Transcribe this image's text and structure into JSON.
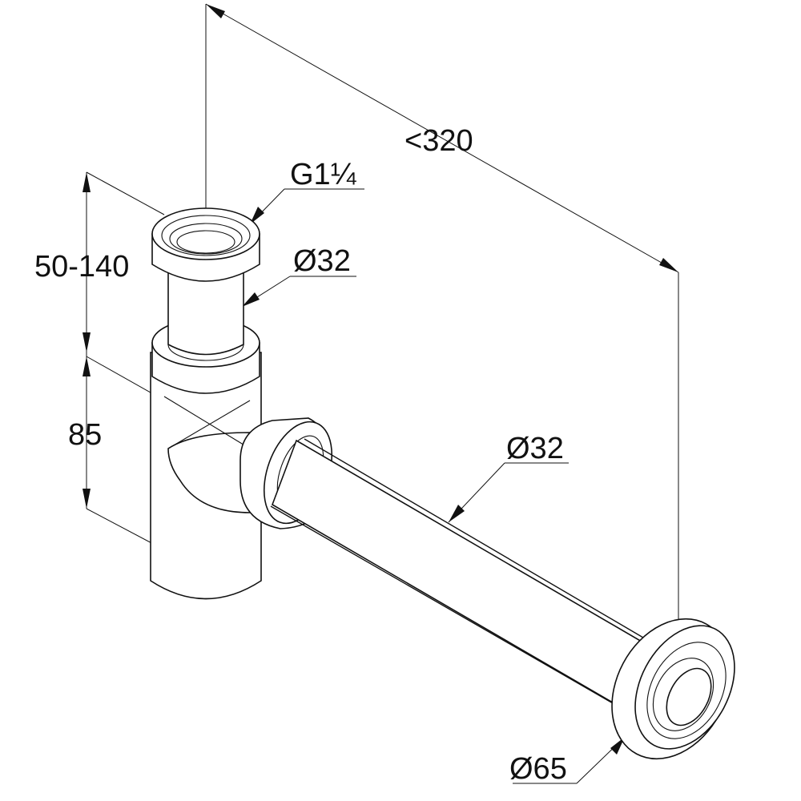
{
  "labels": {
    "total_length": "<320",
    "thread": "G1¼",
    "inlet_diameter": "Ø32",
    "height_range": "50-140",
    "trap_height": "85",
    "pipe_diameter": "Ø32",
    "rosette_diameter": "Ø65"
  },
  "colors": {
    "line": "#111111",
    "background": "#ffffff"
  }
}
